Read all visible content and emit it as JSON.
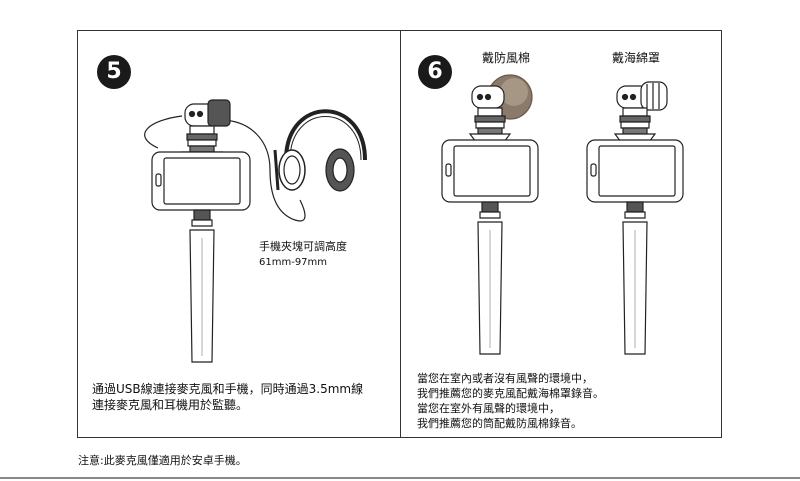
{
  "panels": [
    {
      "step": "5",
      "callout_title": "手機夾塊可調高度",
      "callout_range": "61mm-97mm",
      "caption_lines": [
        "通過USB線連接麥克風和手機，同時通過3.5mm線",
        "連接麥克風和耳機用於監聽。"
      ]
    },
    {
      "step": "6",
      "label_windscreen_fur": "戴防風棉",
      "label_windscreen_foam": "戴海綿罩",
      "caption_lines": [
        "當您在室內或者沒有風聲的環境中，",
        "我們推薦您的麥克風配戴海棉罩錄音。",
        "當您在室外有風聲的環境中，",
        "我們推薦您的筒配戴防風棉錄音。"
      ]
    }
  ],
  "note": "注意:此麥克風僅適用於安卓手機。"
}
